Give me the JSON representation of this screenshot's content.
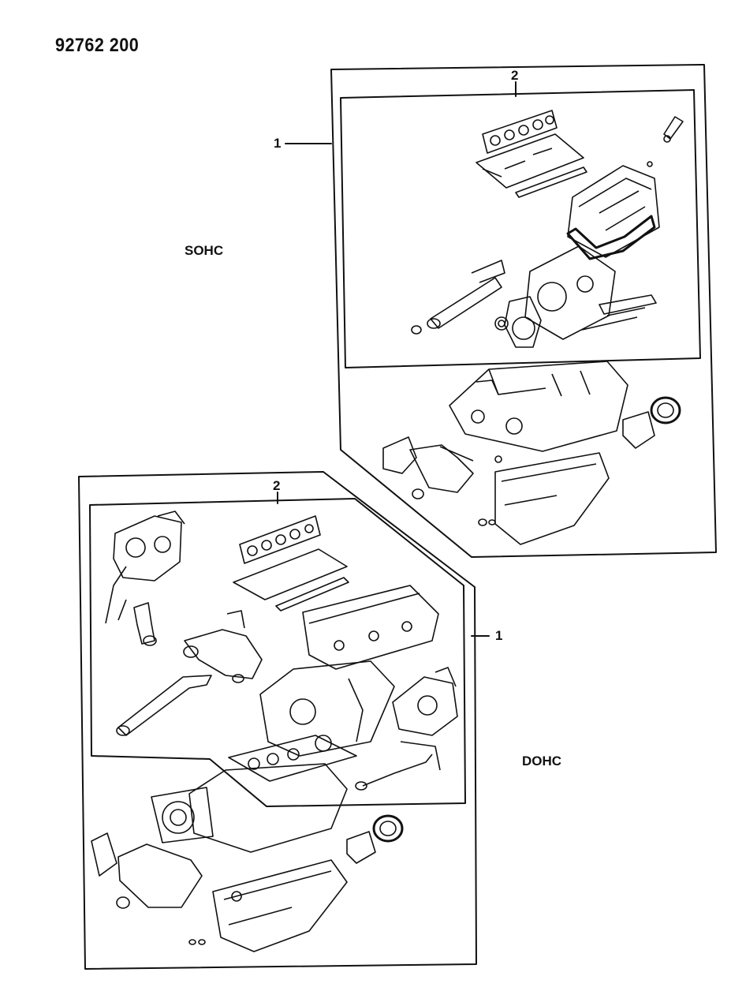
{
  "header": {
    "diagram_code": "92762 200"
  },
  "sections": [
    {
      "engine": "SOHC",
      "callouts": [
        "1",
        "2"
      ]
    },
    {
      "engine": "DOHC",
      "callouts": [
        "1",
        "2"
      ]
    }
  ],
  "colors": {
    "ink": "#111111",
    "background": "#ffffff"
  }
}
